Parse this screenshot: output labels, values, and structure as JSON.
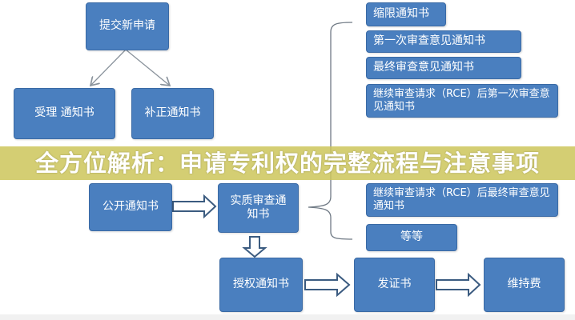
{
  "diagram": {
    "nodes": {
      "submit": "提交新申请",
      "acceptance": "受理 通知书",
      "correction": "补正通知书",
      "publication": "公开通知书",
      "substantive": "实质审查通知书",
      "grant": "授权通知书",
      "certificate": "发证书",
      "maintenance": "维持费"
    },
    "office_actions": [
      "缩限通知书",
      "第一次审查意见通知书",
      "最终审查意见通知书",
      "继续审查请求（RCE）后第一次审查意见通知书",
      "继续审查请求（RCE）后最终审查意见通知书",
      "等等"
    ],
    "colors": {
      "box_fill": "#4a7fbf",
      "box_border": "#3a6aa5",
      "arrow_outline": "#3b5b80",
      "bracket": "#707a85",
      "banner": "#cdc65a"
    }
  },
  "banner": {
    "title": "全方位解析：申请专利权的完整流程与注意事项"
  }
}
